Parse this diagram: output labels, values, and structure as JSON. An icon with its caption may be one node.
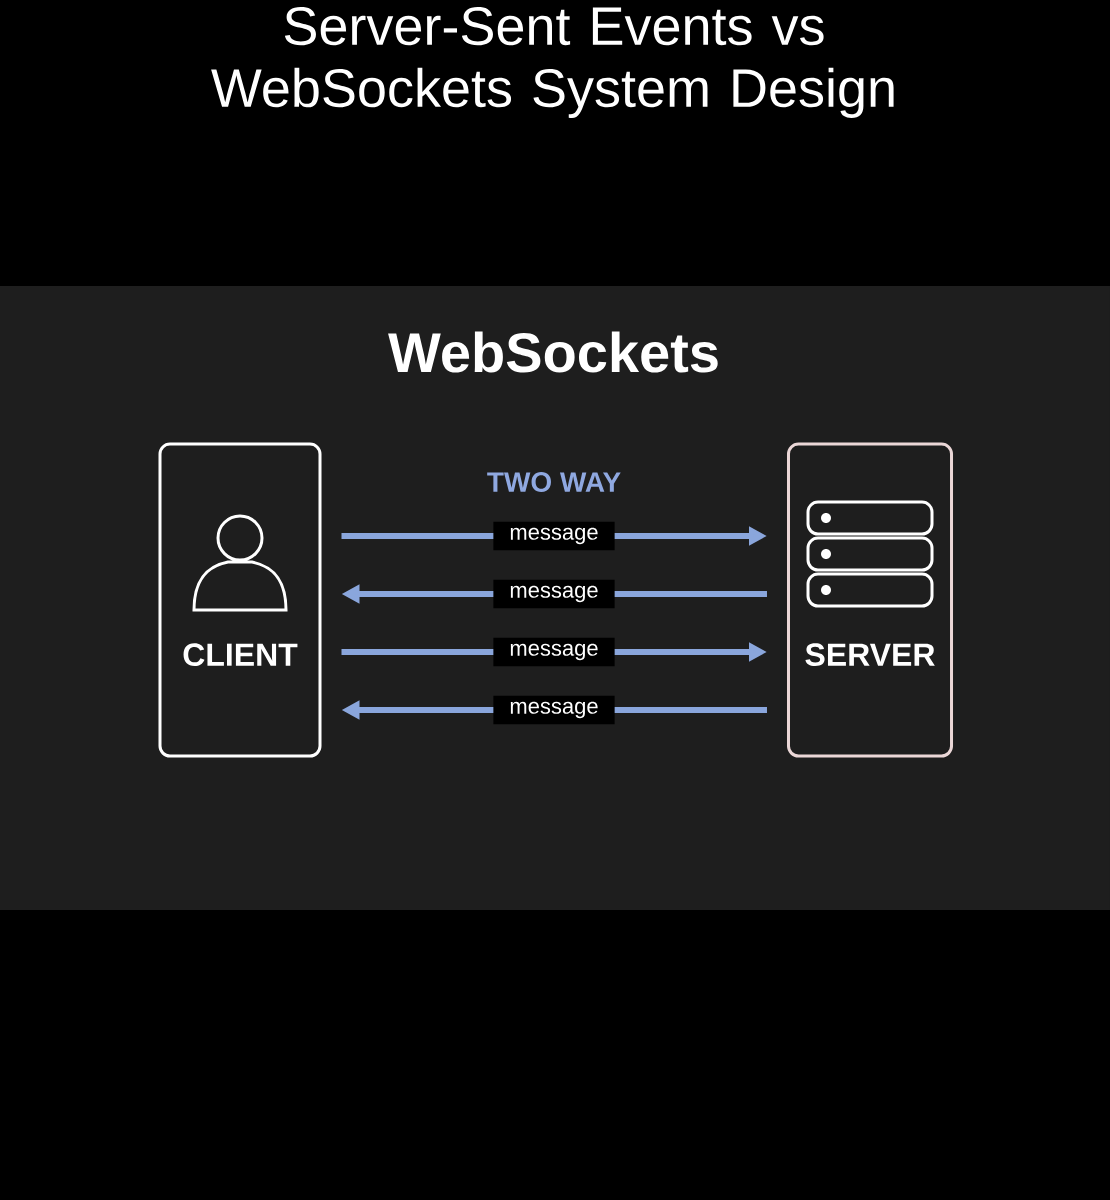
{
  "diagram": {
    "title": "Server-Sent Events vs WebSockets System Design",
    "nodes": [
      {
        "text": [
          "CLIENT"
        ]
      },
      {
        "text": [
          "SERVER"
        ]
      }
    ],
    "edges": [
      {
        "from": 0,
        "to": 1,
        "arrow": "to",
        "label": "message"
      },
      {
        "from": 1,
        "to": 0,
        "arrow": "to",
        "label": "message"
      },
      {
        "from": 0,
        "to": 1,
        "arrow": "to",
        "label": "message"
      },
      {
        "from": 1,
        "to": 0,
        "arrow": "to",
        "label": "message"
      }
    ],
    "labels": [
      "WebSockets",
      "TWO WAY"
    ]
  }
}
